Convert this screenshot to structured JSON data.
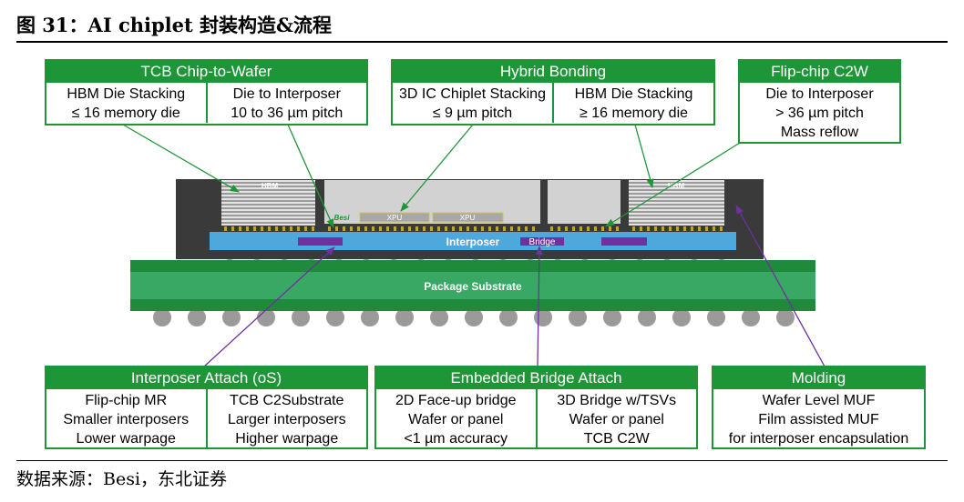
{
  "figure": {
    "title": "图 31：AI chiplet 封装构造&流程",
    "source": "数据来源：Besi，东北证券"
  },
  "boxes": {
    "tcb_c2w": {
      "header": "TCB Chip-to-Wafer",
      "col1": [
        "HBM Die Stacking",
        "≤ 16 memory die"
      ],
      "col2": [
        "Die to Interposer",
        "10 to 36 µm pitch"
      ]
    },
    "hybrid": {
      "header": "Hybrid Bonding",
      "col1": [
        "3D IC Chiplet Stacking",
        "≤ 9 µm pitch"
      ],
      "col2": [
        "HBM Die Stacking",
        "≥ 16 memory die"
      ]
    },
    "flipchip": {
      "header": "Flip-chip C2W",
      "col1": [
        "Die to Interposer",
        "> 36 µm pitch",
        "Mass reflow"
      ]
    },
    "interposer_attach": {
      "header": "Interposer Attach (oS)",
      "col1": [
        "Flip-chip MR",
        "Smaller interposers",
        "Lower warpage"
      ],
      "col2": [
        "TCB C2Substrate",
        "Larger interposers",
        "Higher warpage"
      ]
    },
    "bridge_attach": {
      "header": "Embedded Bridge Attach",
      "col1": [
        "2D Face-up bridge",
        "Wafer or panel",
        "<1 µm accuracy"
      ],
      "col2": [
        "3D Bridge w/TSVs",
        "Wafer or panel",
        "TCB C2W"
      ]
    },
    "molding": {
      "header": "Molding",
      "col1": [
        "Wafer Level MUF",
        "Film assisted MUF",
        "for interposer encapsulation"
      ]
    }
  },
  "diagram": {
    "hbm_left": "HBM",
    "hbm_right": "HBM",
    "besi": "Besi",
    "xpu1": "XPU",
    "xpu2": "XPU",
    "interposer": "Interposer",
    "bridge": "Bridge",
    "substrate": "Package Substrate"
  },
  "colors": {
    "box_green": "#1e9638",
    "substrate_green": "#1f8a3c",
    "interposer_blue": "#4fa8dc",
    "bridge_purple": "#7030a0",
    "mold_dark": "#3a3a3a"
  }
}
